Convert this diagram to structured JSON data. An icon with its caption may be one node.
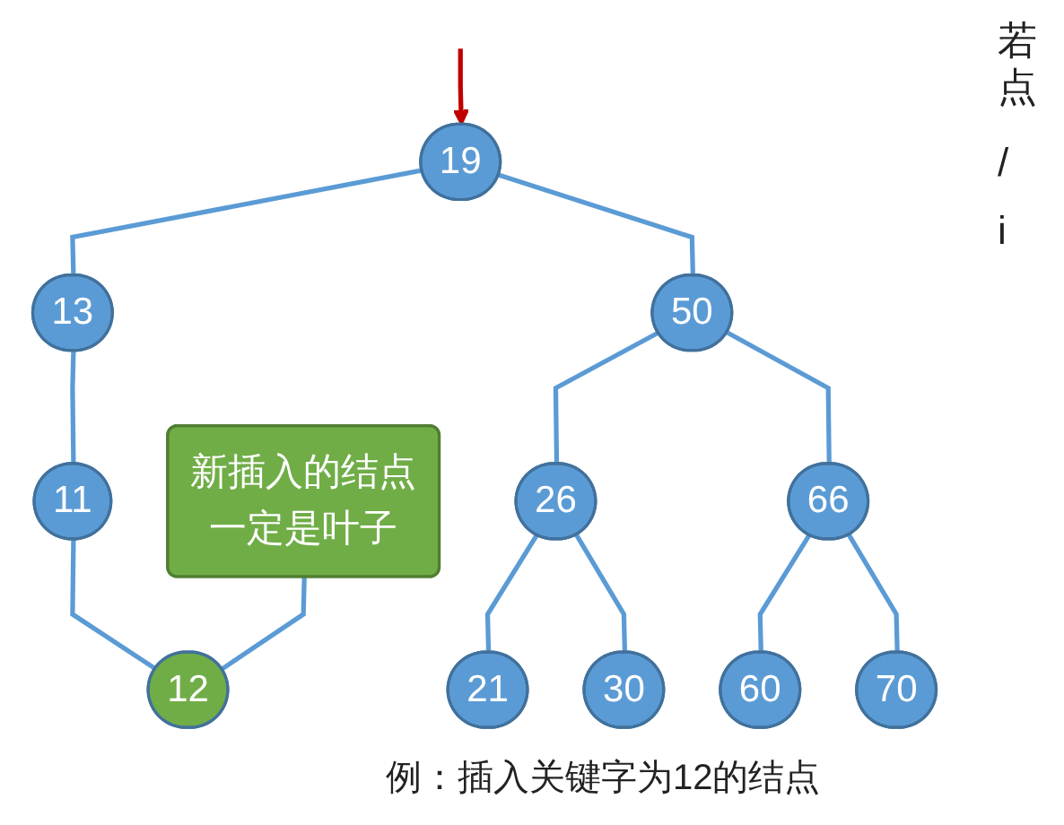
{
  "diagram": {
    "caption": "例：插入关键字为12的结点",
    "nodes": [
      {
        "text": [
          "19"
        ]
      },
      {
        "text": [
          "13"
        ]
      },
      {
        "text": [
          "50"
        ]
      },
      {
        "text": [
          "11"
        ]
      },
      {
        "text": [
          "26"
        ]
      },
      {
        "text": [
          "66"
        ]
      },
      {
        "text": [
          "12"
        ]
      },
      {
        "text": [
          "21"
        ]
      },
      {
        "text": [
          "30"
        ]
      },
      {
        "text": [
          "60"
        ]
      },
      {
        "text": [
          "70"
        ]
      },
      {
        "text": [
          "新插入的结点一定是叶子"
        ]
      }
    ],
    "edges": [
      {
        "from": null,
        "to": 0,
        "arrow": "to",
        "color": "#c00000"
      },
      {
        "from": 0,
        "to": 1,
        "arrow": "none"
      },
      {
        "from": 0,
        "to": 2,
        "arrow": "none"
      },
      {
        "from": 1,
        "to": 3,
        "arrow": "none"
      },
      {
        "from": 2,
        "to": 4,
        "arrow": "none"
      },
      {
        "from": 2,
        "to": 5,
        "arrow": "none"
      },
      {
        "from": 3,
        "to": 6,
        "arrow": "none"
      },
      {
        "from": 4,
        "to": 7,
        "arrow": "none"
      },
      {
        "from": 4,
        "to": 8,
        "arrow": "none"
      },
      {
        "from": 5,
        "to": 9,
        "arrow": "none"
      },
      {
        "from": 5,
        "to": 10,
        "arrow": "none"
      },
      {
        "from": 11,
        "to": 6,
        "arrow": "none"
      }
    ],
    "labels": [
      "若",
      "点",
      "/",
      "i"
    ]
  }
}
